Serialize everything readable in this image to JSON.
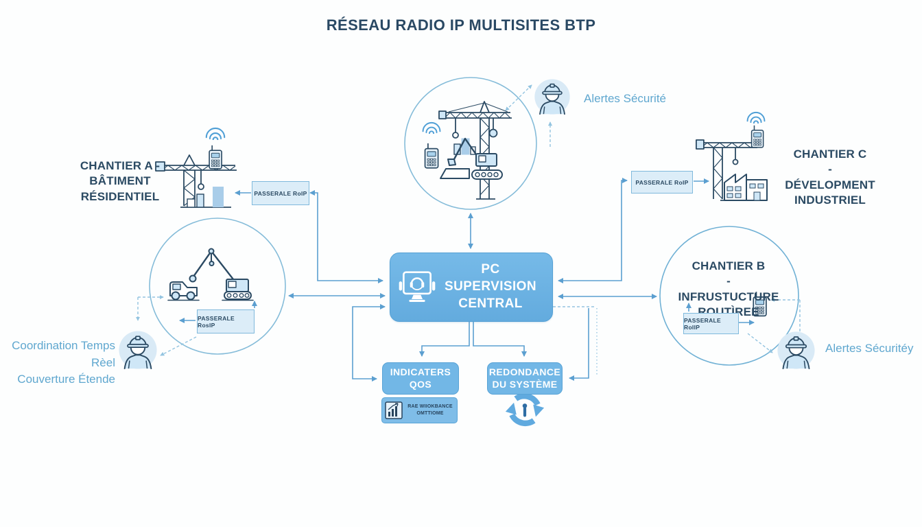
{
  "title": "RÉSEAU RADIO IP MULTISITES BTP",
  "central": {
    "line1": "PC SUPERVISION",
    "line2": "CENTRAL"
  },
  "sites": {
    "a": {
      "lines": [
        "CHANTIER A -",
        "BÂTIMENT",
        "RÉSIDENTIEL"
      ]
    },
    "b": {
      "lines": [
        "CHANTIER B",
        "- INFRUSTUCTURE",
        "ROUTÌREE"
      ]
    },
    "c": {
      "lines": [
        "CHANTIER C",
        "- DÉVELOPMENT",
        "INDUSTRIEL"
      ]
    }
  },
  "gateways": {
    "a": "PASSERALE RoIP",
    "c": "PASSERALE RoIP",
    "left_circle": "PASSERALE RosIP",
    "b": "PASSERALE RoIIP"
  },
  "annotations": {
    "alert_top": "Alertes Sécurité",
    "alert_right": "Alertes Sécuritéy",
    "coordination_line1": "Coordination Temps Rèel",
    "coordination_line2": "Couverture Étende"
  },
  "status_boxes": {
    "qos": {
      "line1": "INDICATERS",
      "line2": "QOS"
    },
    "redundancy": {
      "line1": "REDONDANCE",
      "line2": "DU SYSTÈME"
    },
    "performance": {
      "line1": "RAE WIIOKBANCE",
      "line2": "OMTTIOME"
    }
  },
  "colors": {
    "dark_navy_text": "#2b4a63",
    "light_blue_text": "#5fa7cf",
    "node_fill": "#6db4e4",
    "gateway_fill": "#dcedf8",
    "solid_connector": "#5b9fd0",
    "dashed_connector": "#93c4e0"
  }
}
